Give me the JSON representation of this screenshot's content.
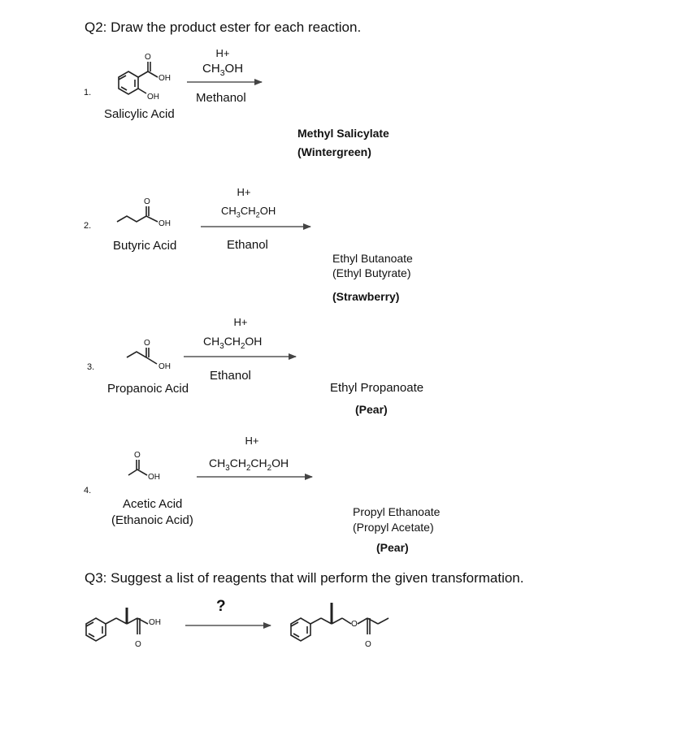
{
  "q2": {
    "title": "Q2: Draw the product ester for each reaction.",
    "reactions": [
      {
        "number": "1.",
        "reactant": "Salicylic Acid",
        "catalyst": "H+",
        "reagent_formula": "CH3OH",
        "reagent_name": "Methanol",
        "product_lines": [
          "Methyl Salicylate",
          "(Wintergreen)"
        ]
      },
      {
        "number": "2.",
        "reactant": "Butyric Acid",
        "catalyst": "H+",
        "reagent_formula": "CH3CH2OH",
        "reagent_name": "Ethanol",
        "product_lines": [
          "Ethyl Butanoate",
          "(Ethyl Butyrate)",
          "(Strawberry)"
        ]
      },
      {
        "number": "3.",
        "reactant": "Propanoic Acid",
        "catalyst": "H+",
        "reagent_formula": "CH3CH2OH",
        "reagent_name": "Ethanol",
        "product_lines": [
          "Ethyl Propanoate",
          "(Pear)"
        ]
      },
      {
        "number": "4.",
        "reactant_lines": [
          "Acetic Acid",
          "(Ethanoic Acid)"
        ],
        "catalyst": "H+",
        "reagent_formula": "CH3CH2CH2OH",
        "product_lines": [
          "Propyl Ethanoate",
          "(Propyl Acetate)",
          "(Pear)"
        ]
      }
    ]
  },
  "q3": {
    "title": "Q3: Suggest a list of reagents that will perform the given transformation.",
    "arrow_label": "?"
  },
  "atoms": {
    "o": "O",
    "oh": "OH"
  }
}
